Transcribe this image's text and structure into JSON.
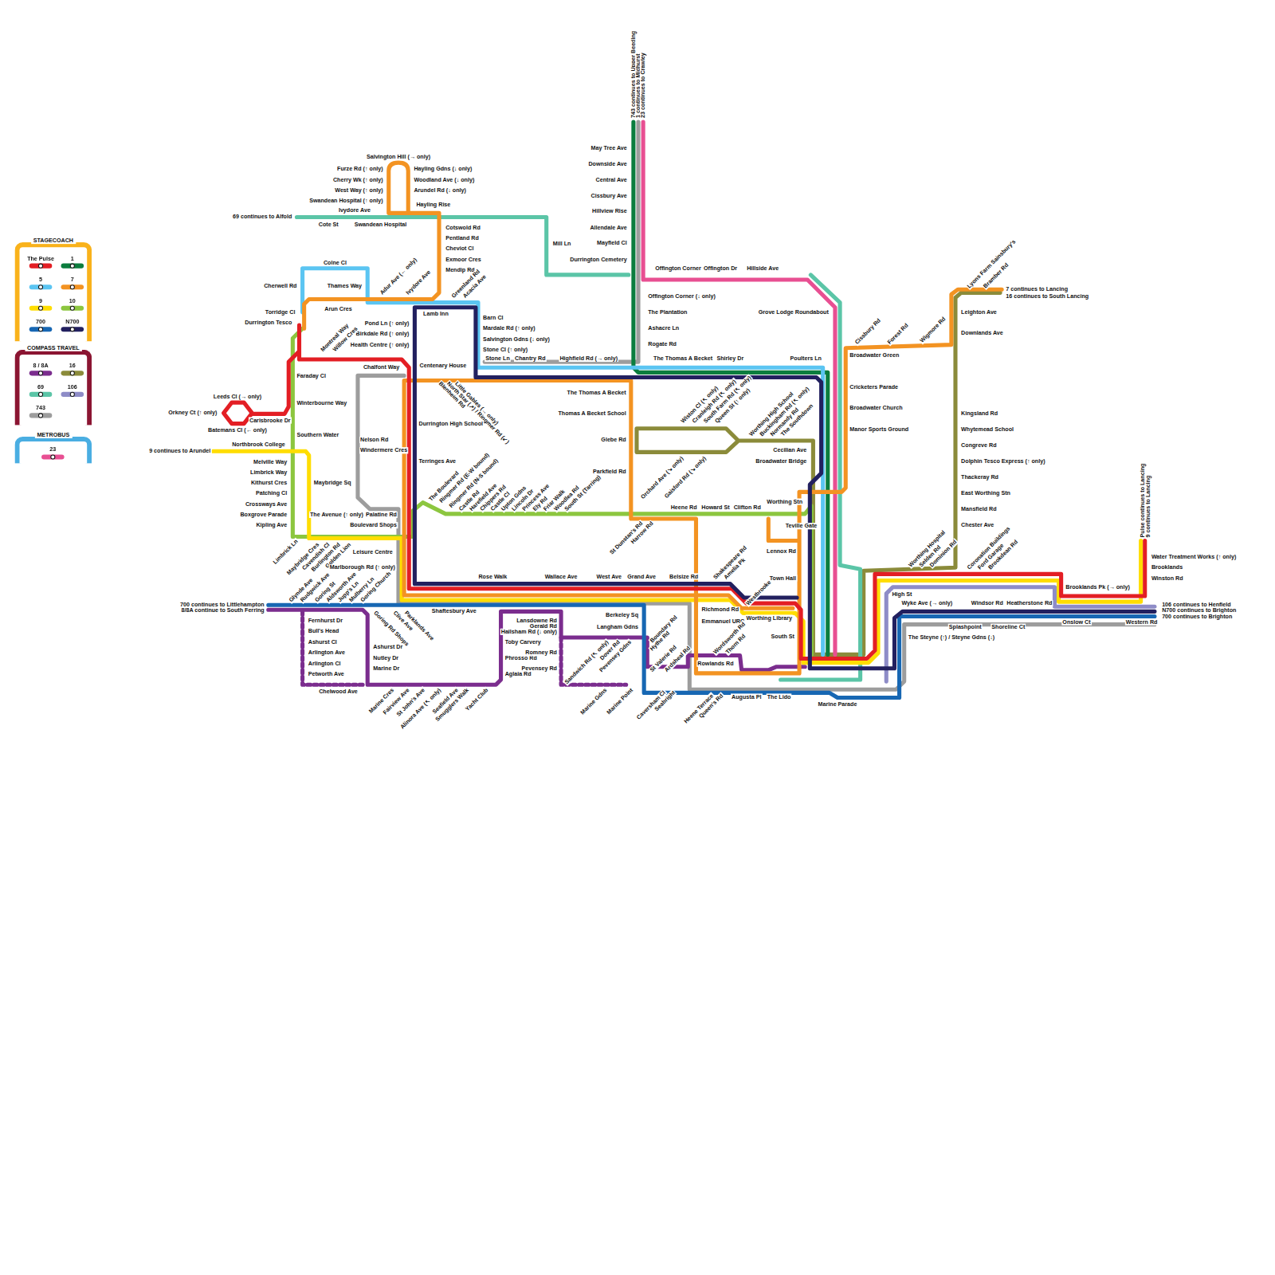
{
  "diagram": {
    "nodes": [
      {
        "text": [
          "STAGECOACH"
        ]
      },
      {
        "text": [
          "COMPASS TRAVEL"
        ]
      },
      {
        "text": [
          "METROBUS"
        ]
      }
    ],
    "labels": [
      "Salvington Hill (→ only)",
      "Furze Rd (↑ only)",
      "Cherry Wk (↑ only)",
      "West Way (↑ only)",
      "Swandean Hospital (↑ only)",
      "Hayling Gdns (↓ only)",
      "Woodland Ave (↓ only)",
      "Arundel Rd (↓ only)",
      "Hayling Rise",
      "Ivydore Ave",
      "69 continues to Alfold",
      "Cote St",
      "Swandean Hospital",
      "Mill Ln",
      "Cotswold Rd",
      "Pentland Rd",
      "Cheviot Cl",
      "Exmoor Cres",
      "Mendip Rd",
      "Colne Cl",
      "Cherwell Rd",
      "Thames Way",
      "Adur Ave (← only)",
      "Ivydore Ave",
      "Greenland Rd",
      "Acacia Ave",
      "Arun Cres",
      "Torridge Cl",
      "Durrington Tesco",
      "Lamb Inn",
      "Barn Cl",
      "Pond Ln (↑ only)",
      "Birkdale Rd (↑ only)",
      "Health Centre (↑ only)",
      "Mardale Rd (↑ only)",
      "Salvington Gdns (↓ only)",
      "Stone Cl (↑ only)",
      "Montreal Way",
      "Willow Cres",
      "Centenary House",
      "Chalfont Way",
      "Stone Ln",
      "Chantry Rd",
      "Highfield Rd (→ only)",
      "Faraday Cl",
      "Blenheim Rd",
      "North Star (↗) / Ringmer Rd (↙)",
      "Little Gables (→ only)",
      "Leeds Cl (→ only)",
      "Winterbourne Way",
      "Orkney Ct (↑ only)",
      "Carisbrooke Dr",
      "Batemans Cl (← only)",
      "Durrington High School",
      "Southern Water",
      "Northbrook College",
      "9 continues to Arundel",
      "Nelson Rd",
      "Windermere Cres",
      "Terringes Ave",
      "Melville Way",
      "Limbrick Way",
      "Kithurst Cres",
      "Patching Cl",
      "Crossways Ave",
      "Boxgrove Parade",
      "Kipling Ave",
      "Maybridge Sq",
      "The Avenue (↑ only)",
      "Palatine Rd",
      "Boulevard Shops",
      "The Boulevard",
      "Ringmer Rd (E-W bound)",
      "Ringmer Rd (N-S bound)",
      "Castle Rd",
      "Harefield Ave",
      "Chippers Rd",
      "Castle Cl",
      "Upton Gdns",
      "Lincoln Dr",
      "Princess Ave",
      "Ely Rd",
      "Friar Walk",
      "Woodlea Rd",
      "South St (Tarring)",
      "Limbrick Ln",
      "Maybridge Cres",
      "Cavendish Cl",
      "Burlington Rd",
      "Golden Lion",
      "Leisure Centre",
      "Marlborough Rd (↑ only)",
      "The Thomas A Becket",
      "Thomas A Becket School",
      "Glebe Rd",
      "Parkfield Rd",
      "St Dunstan's Rd",
      "Harrow Rd",
      "Heene Rd",
      "Howard St",
      "Clifton Rd",
      "Worthing Stn",
      "Teville Gate",
      "Lennox Rd",
      "Town Hall",
      "Wiston Cl (↖ only)",
      "Cranleigh Rd (↖ only)",
      "South Farm Rd (↖ only)",
      "Queen St (↑ only)",
      "Worthing High School",
      "Buckingham Rd (↖ only)",
      "Normandy Rd",
      "The Southdown",
      "Orchard Ave (↘ only)",
      "Gaisford Rd (↘ only)",
      "Cecilian Ave",
      "Broadwater Bridge",
      "Grove Lodge Roundabout",
      "Offington Corner",
      "Offington Dr",
      "Hillside Ave",
      "May Tree Ave",
      "Downside Ave",
      "Central Ave",
      "Cissbury Ave",
      "Hillview Rise",
      "Allendale Ave",
      "Mayfield Cl",
      "Durrington Cemetery",
      "Offington Corner (↓ only)",
      "The Plantation",
      "Ashacre Ln",
      "Rogate Rd",
      "The Thomas A Becket",
      "Shirley Dr",
      "Poulters Ln",
      "743 continues to Upper Beeding",
      "1 continues to Midhurst",
      "23 continues to Crawley",
      "Cissbury Rd",
      "Forest Rd",
      "Wigmore Rd",
      "Broadwater Green",
      "Cricketers Parade",
      "Broadwater Church",
      "Manor Sports Ground",
      "Lyons Farm Sainsbury's",
      "Bramber Rd",
      "7 continues to Lancing",
      "16 continues to South Lancing",
      "Leighton Ave",
      "Downlands Ave",
      "Kingsland Rd",
      "Whytemead School",
      "Congreve Rd",
      "Dolphin Tesco Express (↑ only)",
      "Thackeray Rd",
      "East Worthing Stn",
      "Mansfield Rd",
      "Chester Ave",
      "Pulse continues to Lancing",
      "9 continues to Lancing",
      "Water Treatment Works (↑ only)",
      "Brooklands",
      "Winston Rd",
      "Worthing Hospital",
      "Selden Rd",
      "Dominion Rd",
      "Coronation Buildings",
      "Ford Garage",
      "Brookdean Rd",
      "High St",
      "Brooklands Pk (→ only)",
      "Wyke Ave (→ only)",
      "Windsor Rd",
      "Heatherstone Rd",
      "106 continues to Henfield",
      "N700 continues to Brighton",
      "700 continues to Brighton",
      "Onslow Ct",
      "Western Rd",
      "Splashpoint",
      "Shoreline Ct",
      "The Steyne (↑) / Steyne Gdns (↓)",
      "Marine Parade",
      "South St",
      "Rose Walk",
      "Wallace Ave",
      "West Ave",
      "Grand Ave",
      "Belsize Rd",
      "Shakespeare Rd",
      "Amelia Pk",
      "Westbrooke",
      "Richmond Rd",
      "Emmanuel URC",
      "Worthing Library",
      "700 continues to Littlehampton",
      "8/8A continue to South Ferring",
      "Glynde Ave",
      "Rudgwick Ave",
      "Goring St",
      "Aldsworth Ave",
      "Jupp's Ln",
      "Mulberry Ln",
      "Goring Church",
      "Fernhurst Dr",
      "Bull's Head",
      "Ashurst Cl",
      "Arlington Ave",
      "Arlington Cl",
      "Petworth Ave",
      "Chelwood Ave",
      "Goring Rd Shops",
      "Clive Ave",
      "Parklands Ave",
      "Shaftesbury Ave",
      "Ashurst Dr",
      "Nutley Dr",
      "Marine Dr",
      "Marine Cres",
      "Fairview Ave",
      "St John's Ave",
      "Alinora Ave (↖ only)",
      "Seafield Ave",
      "Smugglers Walk",
      "Yacht Club",
      "Toby Carvery",
      "Phrosso Rd",
      "Aglaia Rd",
      "Lansdowne Rd",
      "Gerald Rd",
      "Hailsham Rd (↓ only)",
      "Romney Rd",
      "Pevensey Rd",
      "Berkeley Sq",
      "Langham Gdns",
      "Sandwich Rd (↖ only)",
      "Dover Rd",
      "Pevensey Gdns",
      "Boundary Rd",
      "Hythe Rd",
      "St Valerie Rd",
      "Ardsheal Rd",
      "Marine Gdns",
      "Marine Point",
      "Caversham Cl",
      "Seabright",
      "Wordsworth Rd",
      "Thorn Rd",
      "Rowlands Rd",
      "Heene Terrace",
      "Queen's Rd",
      "Augusta Pl",
      "The Lido"
    ],
    "legend": [
      {
        "text": "The Pulse",
        "color": "#e31e24"
      },
      {
        "text": "1",
        "color": "#0b7d3e"
      },
      {
        "text": "5",
        "color": "#5bc5f2"
      },
      {
        "text": "7",
        "color": "#f39322"
      },
      {
        "text": "9",
        "color": "#ffdd00"
      },
      {
        "text": "10",
        "color": "#8cc63f"
      },
      {
        "text": "700",
        "color": "#1767b3"
      },
      {
        "text": "N700",
        "color": "#22205f"
      },
      {
        "text": "8 / 8A",
        "color": "#7b2d8e"
      },
      {
        "text": "16",
        "color": "#8b8b3a"
      },
      {
        "text": "69",
        "color": "#5bc5a7"
      },
      {
        "text": "106",
        "color": "#8e8cc7"
      },
      {
        "text": "743",
        "color": "#9d9d9d"
      },
      {
        "text": "23",
        "color": "#e84f92"
      }
    ]
  }
}
